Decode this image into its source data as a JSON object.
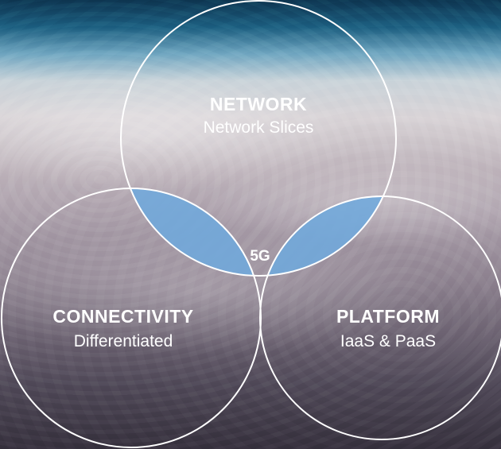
{
  "diagram": {
    "circles": [
      {
        "title": "NETWORK",
        "subtitle": "Network Slices"
      },
      {
        "title": "CONNECTIVITY",
        "subtitle": "Differentiated"
      },
      {
        "title": "PLATFORM",
        "subtitle": "IaaS & PaaS"
      }
    ],
    "center_label": "5G",
    "colors": {
      "circle_outline": "#ffffff",
      "overlap_fill": "#6fa8dc",
      "center_fill": "#e2007a",
      "text": "#ffffff"
    }
  }
}
